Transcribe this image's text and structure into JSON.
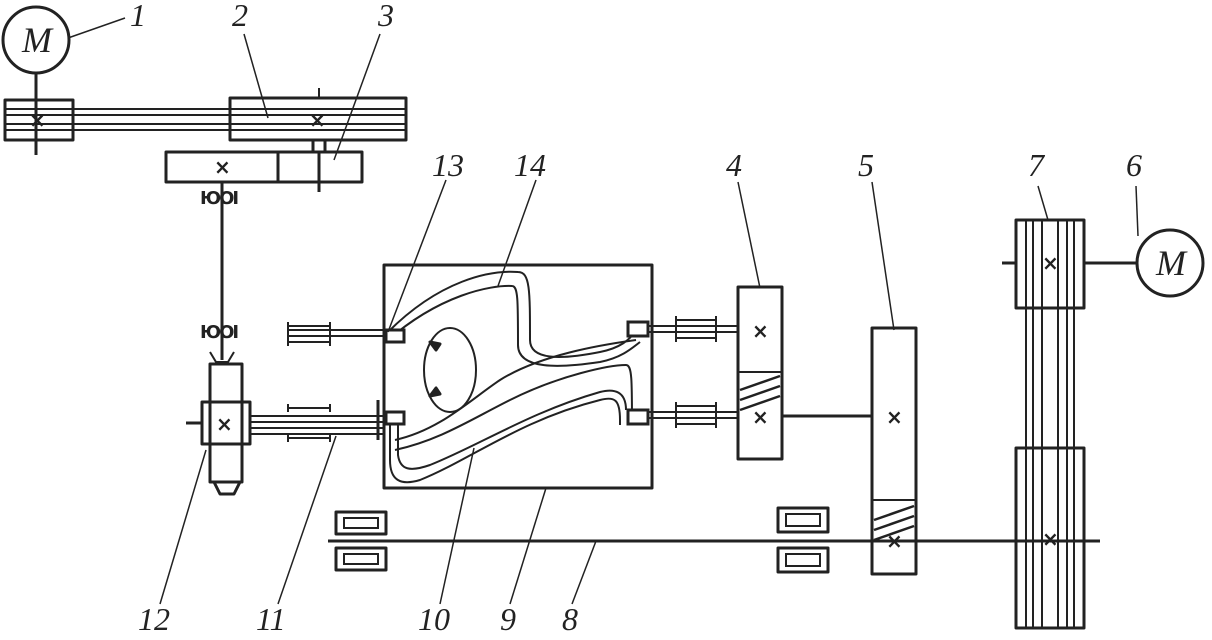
{
  "motor_symbol": "M",
  "center_mark": "×",
  "bearing_symbol": "ЮOI",
  "callouts": [
    "1",
    "2",
    "3",
    "4",
    "5",
    "6",
    "7",
    "8",
    "9",
    "10",
    "11",
    "12",
    "13",
    "14"
  ],
  "colors": {
    "ink": "#222222",
    "background": "#ffffff"
  }
}
